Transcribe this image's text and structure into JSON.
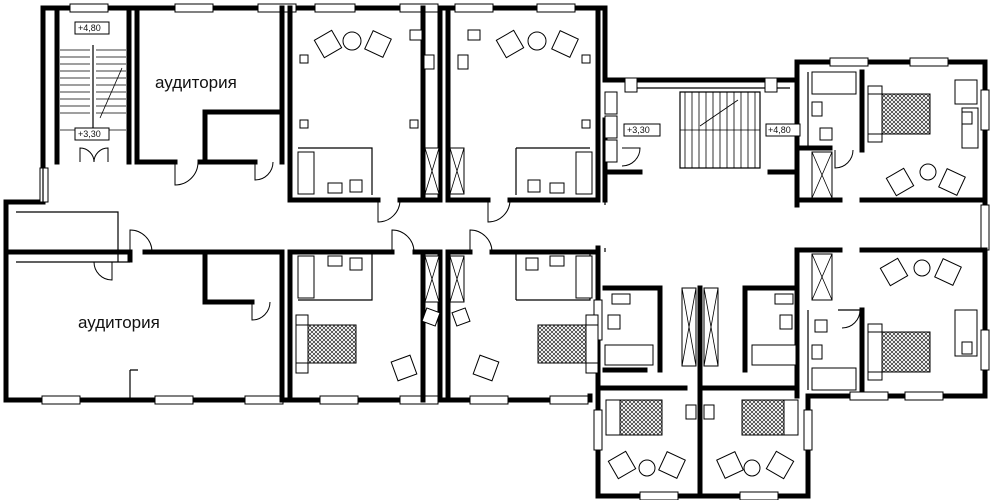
{
  "rooms": {
    "upper_left_label": "аудитория",
    "lower_left_label": "аудитория"
  },
  "levels": {
    "stair_left_top": "+4,80",
    "stair_left_bottom": "+3,30",
    "stair_mid_left": "+3,30",
    "stair_mid_right": "+4,80"
  }
}
